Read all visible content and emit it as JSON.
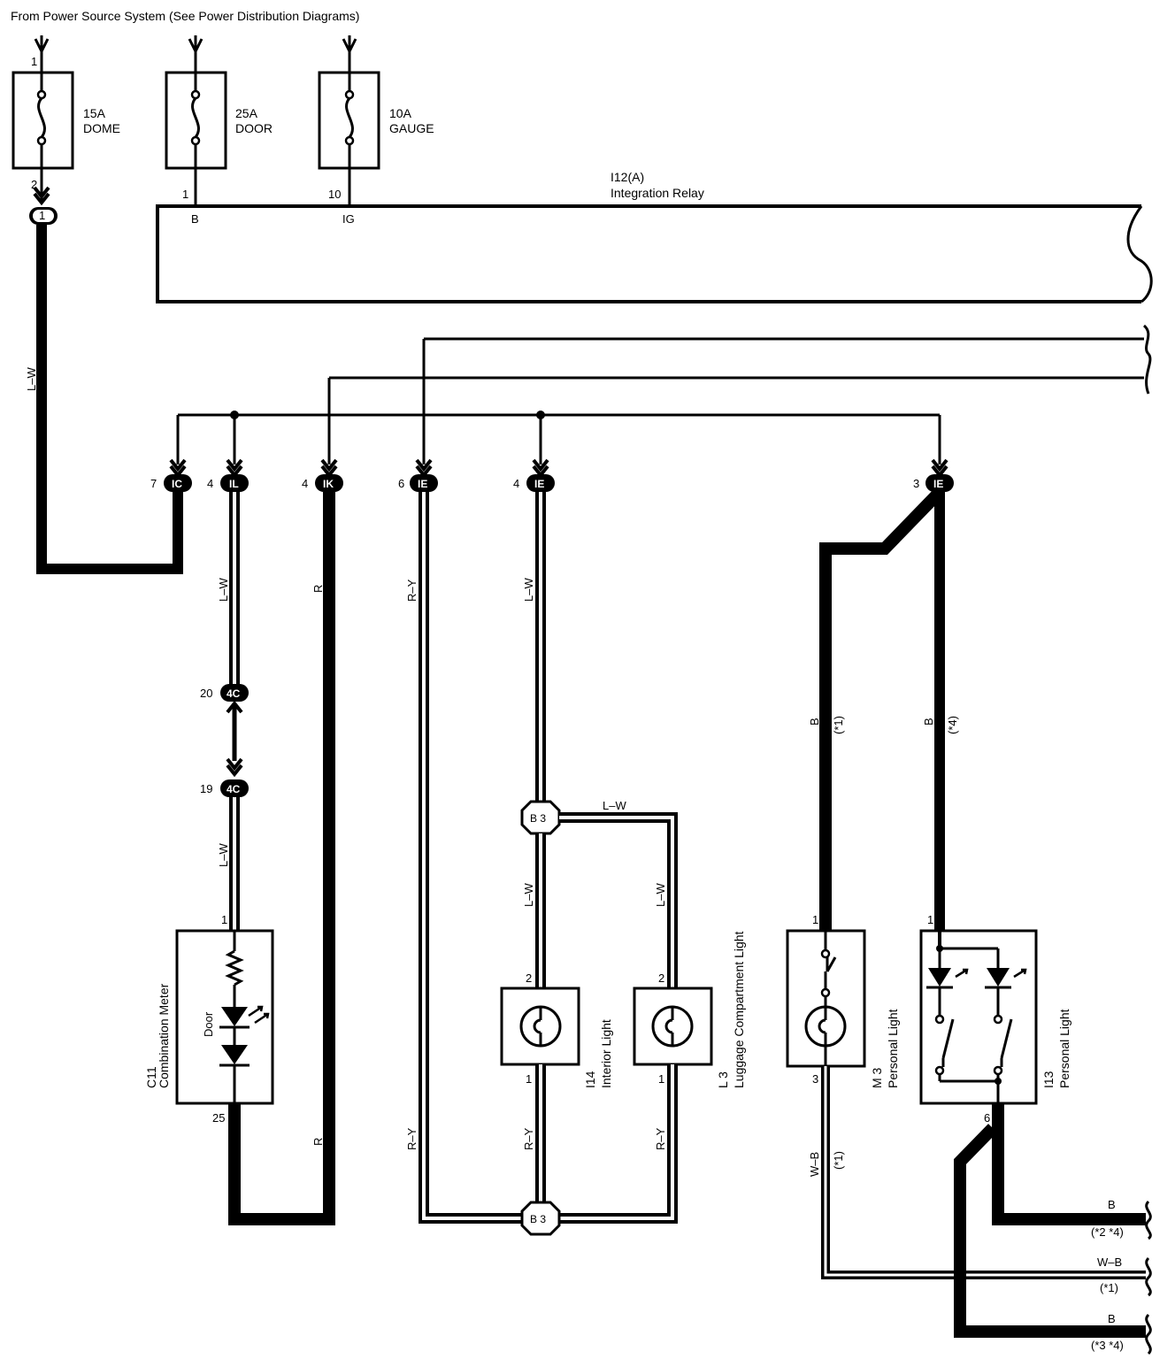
{
  "header": {
    "source_text": "From Power Source System (See Power Distribution Diagrams)"
  },
  "fuses": [
    {
      "rating": "15A",
      "name": "DOME",
      "pin_in": "1",
      "pin_out": "2"
    },
    {
      "rating": "25A",
      "name": "DOOR",
      "pin_out": "1"
    },
    {
      "rating": "10A",
      "name": "GAUGE",
      "pin_out": "10"
    }
  ],
  "relay": {
    "id": "I12(A)",
    "name": "Integration Relay",
    "term_b": "B",
    "term_ig": "IG"
  },
  "junction_1": {
    "label": "1"
  },
  "connectors": [
    {
      "pin": "7",
      "code": "IC"
    },
    {
      "pin": "4",
      "code": "IL"
    },
    {
      "pin": "4",
      "code": "IK"
    },
    {
      "pin": "6",
      "code": "IE"
    },
    {
      "pin": "4",
      "code": "IE"
    },
    {
      "pin": "3",
      "code": "IE"
    }
  ],
  "connector_4c": [
    {
      "pin": "20",
      "code": "4C"
    },
    {
      "pin": "19",
      "code": "4C"
    }
  ],
  "junction_b3": {
    "top": "B 3",
    "bottom": "B 3"
  },
  "wires": {
    "lw_main": "L–W",
    "lw_1": "L–W",
    "lw_2": "L–W",
    "r_1": "R",
    "r_2": "R",
    "ry_1": "R–Y",
    "lw_3": "L–W",
    "lw_b3": "L–W",
    "lw_4": "L–W",
    "lw_5": "L–W",
    "ry_2": "R–Y",
    "ry_3": "R–Y",
    "b_1": "B",
    "b_1_note": "(*1)",
    "b_2": "B",
    "b_2_note": "(*4)",
    "wb_1": "W–B",
    "wb_1_note": "(*1)",
    "ry_4": "R–Y"
  },
  "components": {
    "meter": {
      "id": "C11",
      "name": "Combination Meter",
      "inner": "Door",
      "pin_top": "1",
      "pin_bottom": "25"
    },
    "interior": {
      "id": "I14",
      "name": "Interior Light",
      "pin_top": "2",
      "pin_bottom": "1"
    },
    "luggage": {
      "id": "L 3",
      "name": "Luggage Compartment Light",
      "pin_top": "2",
      "pin_bottom": "1"
    },
    "personal_m3": {
      "id": "M 3",
      "name": "Personal Light",
      "pin_top": "1",
      "pin_bottom": "3"
    },
    "personal_i13": {
      "id": "I13",
      "name": "Personal Light",
      "pin_top": "1",
      "pin_bottom": "6"
    }
  },
  "outputs": [
    {
      "wire": "B",
      "note": "(*2 *4)"
    },
    {
      "wire": "W–B",
      "note": "(*1)"
    },
    {
      "wire": "B",
      "note": "(*3 *4)"
    }
  ]
}
